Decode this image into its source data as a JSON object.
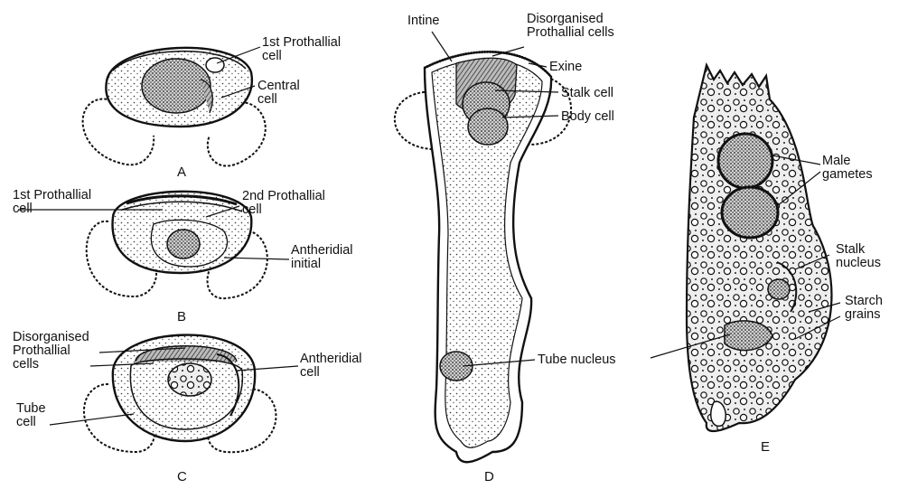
{
  "figure_letters": {
    "a": "A",
    "b": "B",
    "c": "C",
    "d": "D",
    "e": "E"
  },
  "labels": {
    "first_prothallial_cell_a": "1st Prothallial\ncell",
    "central_cell": "Central\ncell",
    "first_prothallial_cell_b": "1st Prothallial\ncell",
    "second_prothallial_cell": "2nd Prothallial\ncell",
    "antheridial_initial": "Antheridial\ninitial",
    "disorganised_prothallial_cells_c": "Disorganised\nProthallial\ncells",
    "antheridial_cell": "Antheridial\ncell",
    "tube_cell": "Tube\ncell",
    "intine": "Intine",
    "disorganised_prothallial_cells_d": "Disorganised\nProthallial cells",
    "exine": "Exine",
    "stalk_cell": "Stalk cell",
    "body_cell": "Body cell",
    "tube_nucleus": "Tube nucleus",
    "male_gametes": "Male\ngametes",
    "stalk_nucleus": "Stalk\nnucleus",
    "starch_grains": "Starch\ngrains"
  }
}
